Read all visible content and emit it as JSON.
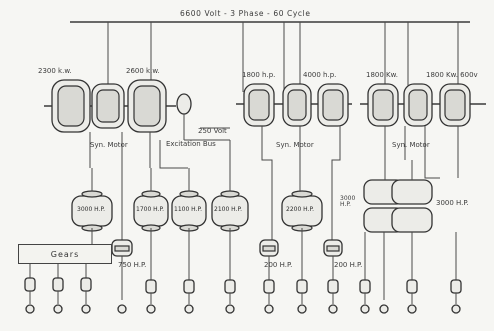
{
  "bus": {
    "label": "6600 Volt - 3 Phase - 60 Cycle"
  },
  "ratings": {
    "m1": "2300 k.w.",
    "m2": "2600 k.w.",
    "m3": "1800 h.p.",
    "m4": "4000 h.p.",
    "m5": "1800 Kw.",
    "m6": "1800 Kw. 600v"
  },
  "labels": {
    "syn_motor_1": "Syn. Motor",
    "excitation_bus": "Excitation Bus",
    "excitation_volt": "250 Volt",
    "syn_motor_2": "Syn. Motor",
    "syn_motor_3": "Syn. Motor",
    "gears": "Gears"
  },
  "units": {
    "u1": "3000 H.P.",
    "u2": "1700 H.P.",
    "u3": "1100 H.P.",
    "u4": "2100 H.P.",
    "u5": "2200 H.P.",
    "u6": "3000 H.P.",
    "u7": "3000 H.P.",
    "s1": "750 H.P.",
    "s2": "200 H.P.",
    "s3": "200 H.P."
  }
}
